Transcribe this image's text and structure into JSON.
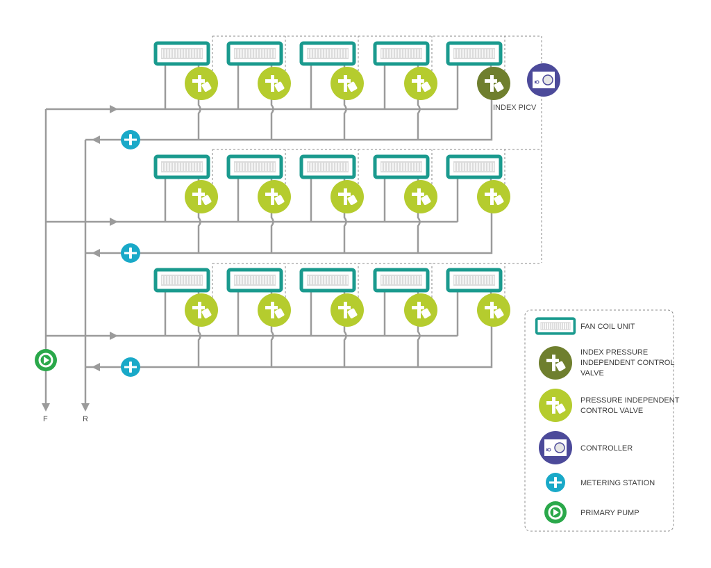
{
  "labels": {
    "index_picv": "INDEX PICV",
    "flow": "F",
    "return": "R"
  },
  "legend": {
    "fan_coil_unit": "FAN COIL UNIT",
    "index_picv_line1": "INDEX PRESSURE",
    "index_picv_line2": "INDEPENDENT CONTROL",
    "index_picv_line3": "VALVE",
    "picv_line1": "PRESSURE INDEPENDENT",
    "picv_line2": "CONTROL VALVE",
    "controller": "CONTROLLER",
    "metering_station": "METERING STATION",
    "primary_pump": "PRIMARY PUMP"
  },
  "colors": {
    "pipe": "#9b9b9b",
    "fcu": "#1a9a8e",
    "picv": "#b5cc2e",
    "index_picv": "#6f7f2e",
    "controller": "#4c4a9a",
    "metering": "#19a9c8",
    "pump": "#2aa84a"
  }
}
